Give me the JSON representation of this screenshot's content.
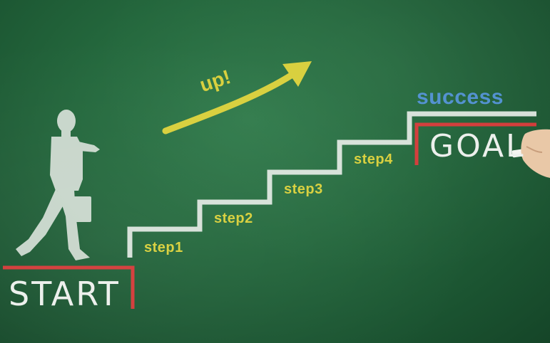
{
  "texts": {
    "up": "up!",
    "success": "success",
    "goal": "GOAL",
    "start": "START",
    "steps": [
      "step1",
      "step2",
      "step3",
      "step4"
    ]
  },
  "colors": {
    "chalk_white": "#e6ebe6",
    "chalk_yellow": "#d8cf3a",
    "chalk_red": "#d33a38",
    "chalk_blue": "#4f8fd0",
    "board_green": "#24683d"
  },
  "icons": {
    "figure": "walking-businessman-icon",
    "hand": "hand-with-chalk-icon",
    "arrow": "upward-arrow-icon"
  }
}
